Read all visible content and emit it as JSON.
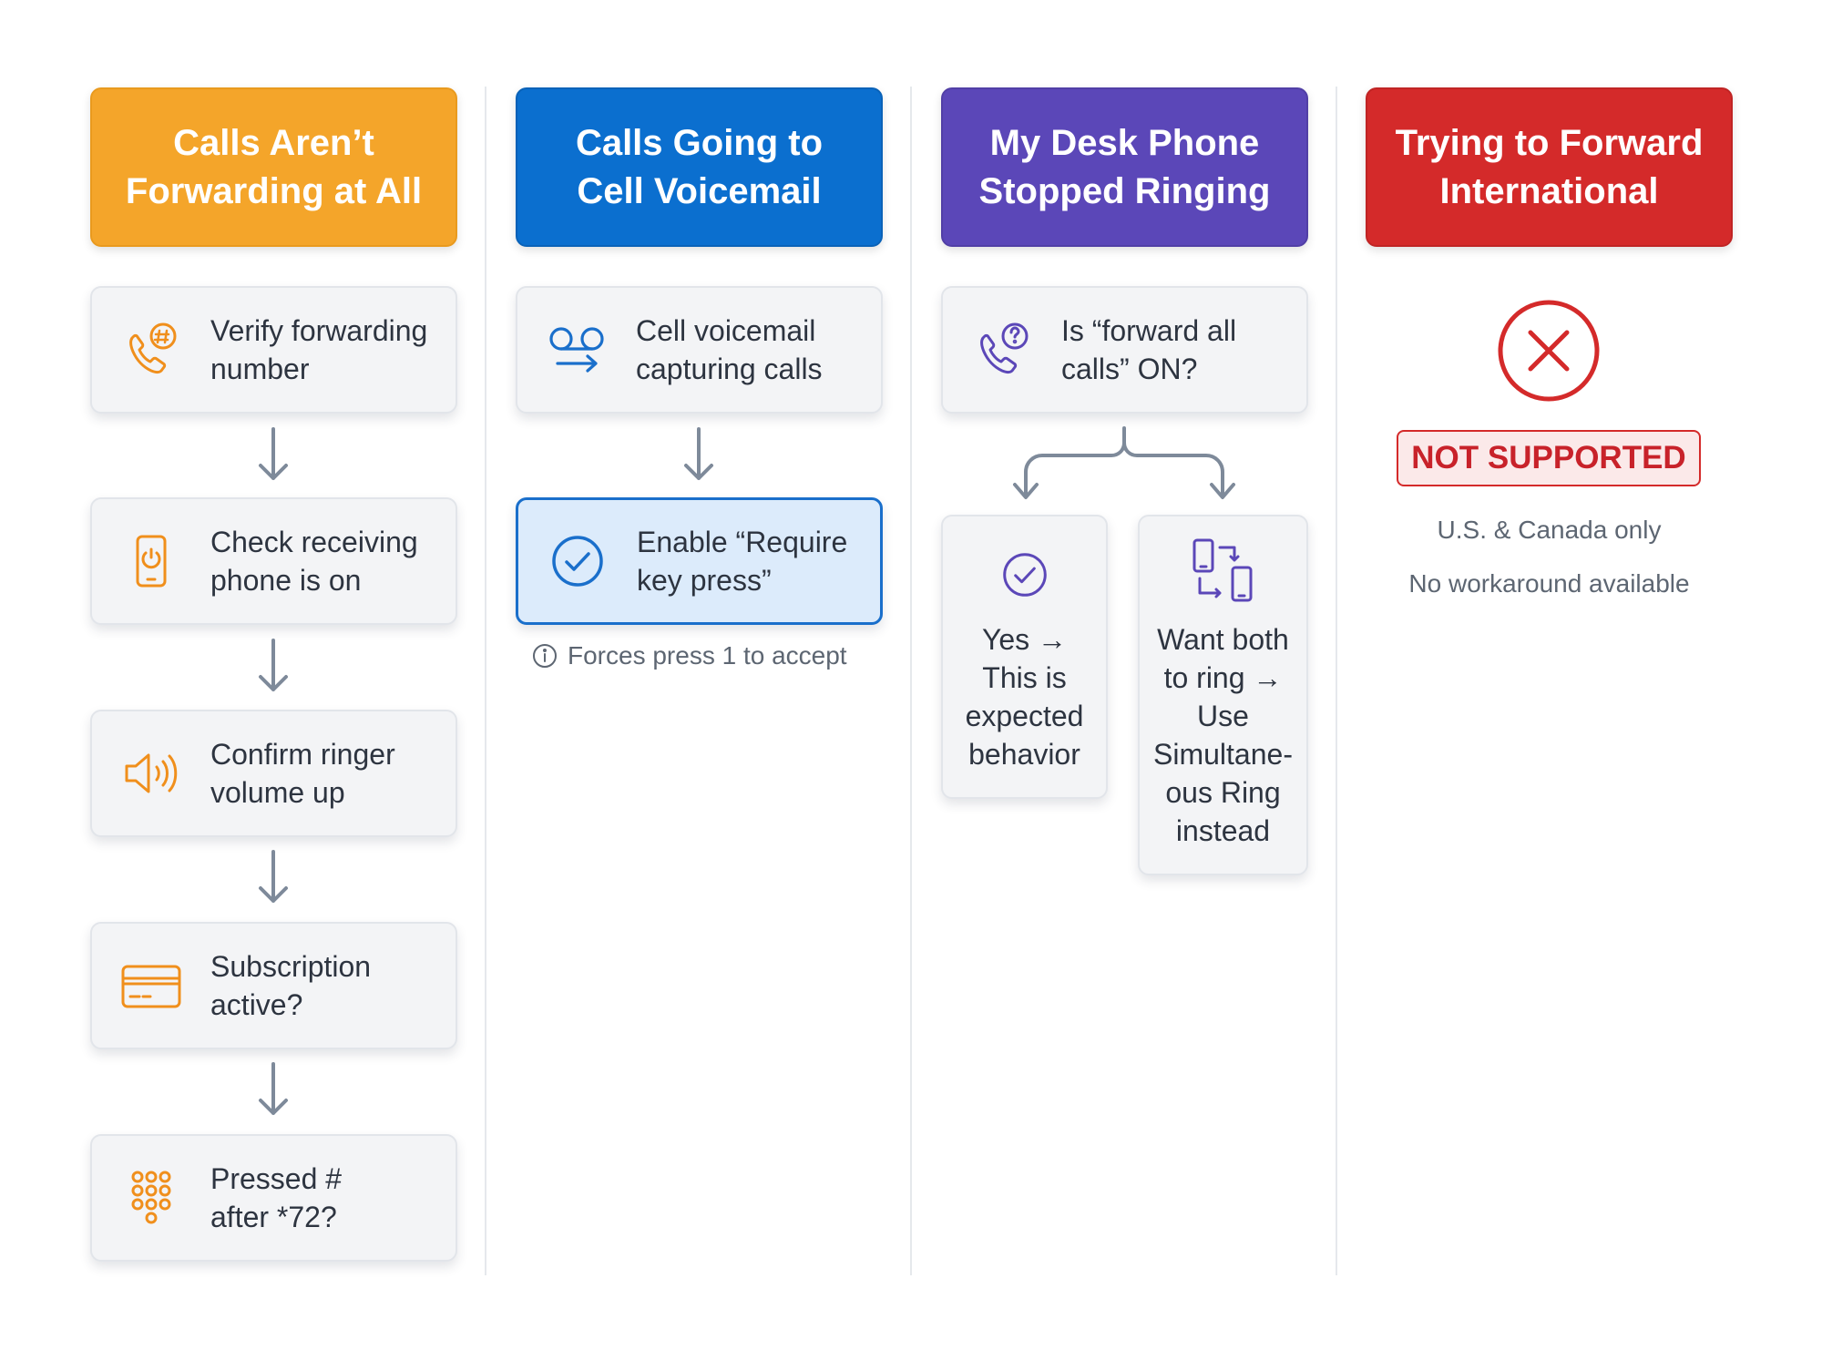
{
  "columns": [
    {
      "title": "Calls Aren’t\nForwarding at All",
      "color": "#f4a52a",
      "steps": [
        {
          "label": "Verify forwarding\nnumber",
          "icon": "phone-hash-icon"
        },
        {
          "label": "Check receiving\nphone is on",
          "icon": "phone-power-icon"
        },
        {
          "label": "Confirm ringer\nvolume up",
          "icon": "speaker-volume-icon"
        },
        {
          "label": "Subscription\nactive?",
          "icon": "credit-card-icon"
        },
        {
          "label": "Pressed #\nafter *72?",
          "icon": "keypad-icon"
        }
      ]
    },
    {
      "title": "Calls Going to\nCell Voicemail",
      "color": "#0b6fcf",
      "steps": [
        {
          "label": "Cell voicemail\ncapturing calls",
          "icon": "voicemail-forward-icon"
        },
        {
          "label": "Enable “Require\nkey press”",
          "icon": "check-circle-icon"
        }
      ],
      "note": "Forces press 1 to accept"
    },
    {
      "title": "My Desk Phone\nStopped Ringing",
      "color": "#5b47b8",
      "question": {
        "label": "Is “forward all\ncalls” ON?",
        "icon": "phone-question-icon"
      },
      "branches": [
        {
          "label": "Yes →\nThis is\nexpected\nbehavior",
          "icon": "check-circle-icon"
        },
        {
          "label": "Want both\nto ring →\nUse\nSimultane-\nous Ring\ninstead",
          "icon": "devices-swap-icon"
        }
      ]
    },
    {
      "title": "Trying to Forward\nInternational",
      "color": "#d42a2a",
      "status_icon": "x-circle-icon",
      "badge": "NOT SUPPORTED",
      "lines": [
        "U.S. & Canada only",
        "No workaround available"
      ]
    }
  ]
}
